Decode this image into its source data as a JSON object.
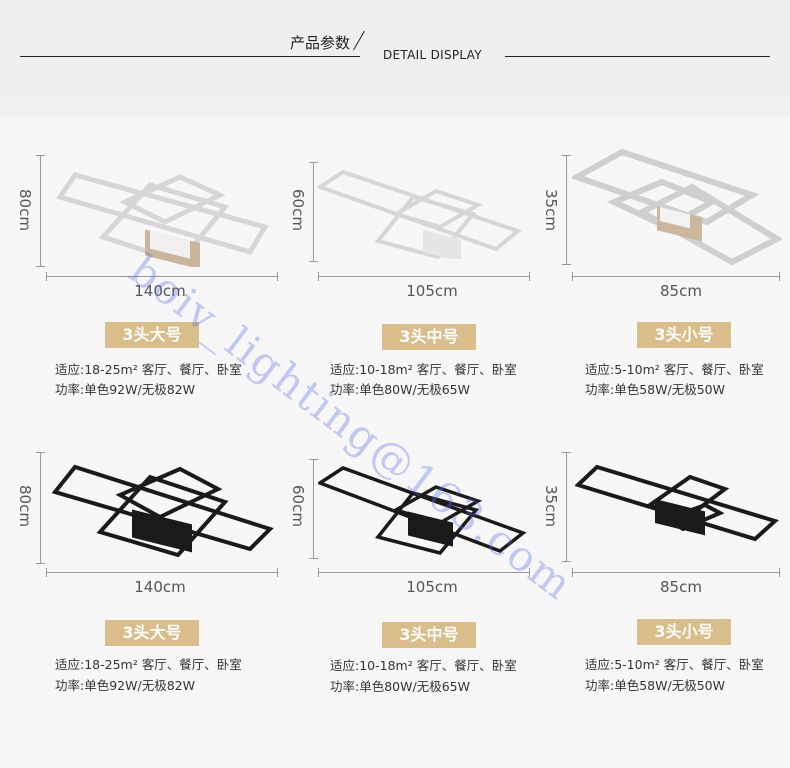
{
  "header": {
    "title": "产品参数",
    "subtitle": "DETAIL DISPLAY"
  },
  "watermark": "boiv_lighting@163.com",
  "products": [
    {
      "height": "80cm",
      "width": "140cm",
      "size_label": "3头大号",
      "area": "适应:18-25m² 客厅、餐厅、卧室",
      "power": "功率:单色92W/无极82W",
      "finish": "white"
    },
    {
      "height": "60cm",
      "width": "105cm",
      "size_label": "3头中号",
      "area": "适应:10-18m² 客厅、餐厅、卧室",
      "power": "功率:单色80W/无极65W",
      "finish": "white"
    },
    {
      "height": "35cm",
      "width": "85cm",
      "size_label": "3头小号",
      "area": "适应:5-10m² 客厅、餐厅、卧室",
      "power": "功率:单色58W/无极50W",
      "finish": "white"
    },
    {
      "height": "80cm",
      "width": "140cm",
      "size_label": "3头大号",
      "area": "适应:18-25m² 客厅、餐厅、卧室",
      "power": "功率:单色92W/无极82W",
      "finish": "black"
    },
    {
      "height": "60cm",
      "width": "105cm",
      "size_label": "3头中号",
      "area": "适应:10-18m² 客厅、餐厅、卧室",
      "power": "功率:单色80W/无极65W",
      "finish": "black"
    },
    {
      "height": "35cm",
      "width": "85cm",
      "size_label": "3头小号",
      "area": "适应:5-10m² 客厅、餐厅、卧室",
      "power": "功率:单色58W/无极50W",
      "finish": "black"
    }
  ],
  "colors": {
    "badge": "#d9bd8a",
    "white_frame": "#d8d8d8",
    "black_frame": "#1a1a1a"
  }
}
